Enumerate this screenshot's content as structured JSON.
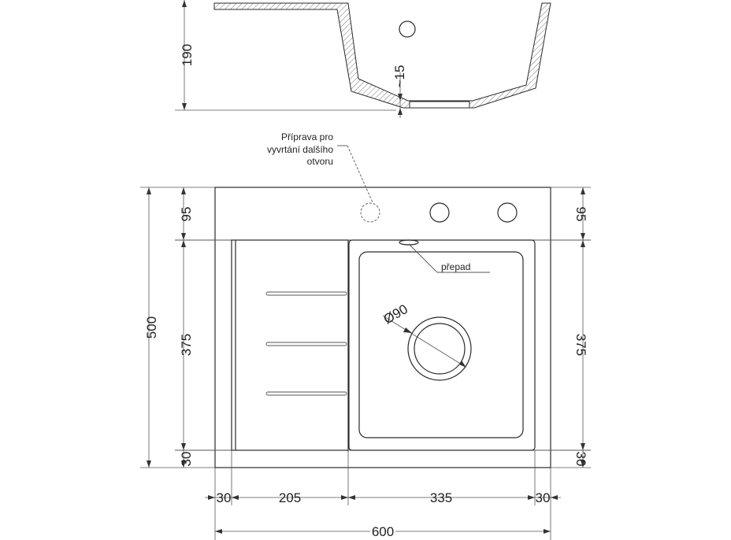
{
  "section_view": {
    "height_label": "190",
    "depth_label": "~15"
  },
  "plan_view": {
    "hole_note_lines": [
      "Příprava pro",
      "vyvrtání dalšího",
      "otvoru"
    ],
    "overflow_note": "přepad",
    "drain_diameter_label": "Ø90"
  },
  "dimensions": {
    "left": {
      "total": "500",
      "top": "95",
      "middle": "375",
      "bottom": "30"
    },
    "right": {
      "top": "95",
      "middle": "375",
      "bottom": "30"
    },
    "bottom_row": {
      "a": "30",
      "b": "205",
      "c": "335",
      "d": "30"
    },
    "overall_width": "600"
  }
}
